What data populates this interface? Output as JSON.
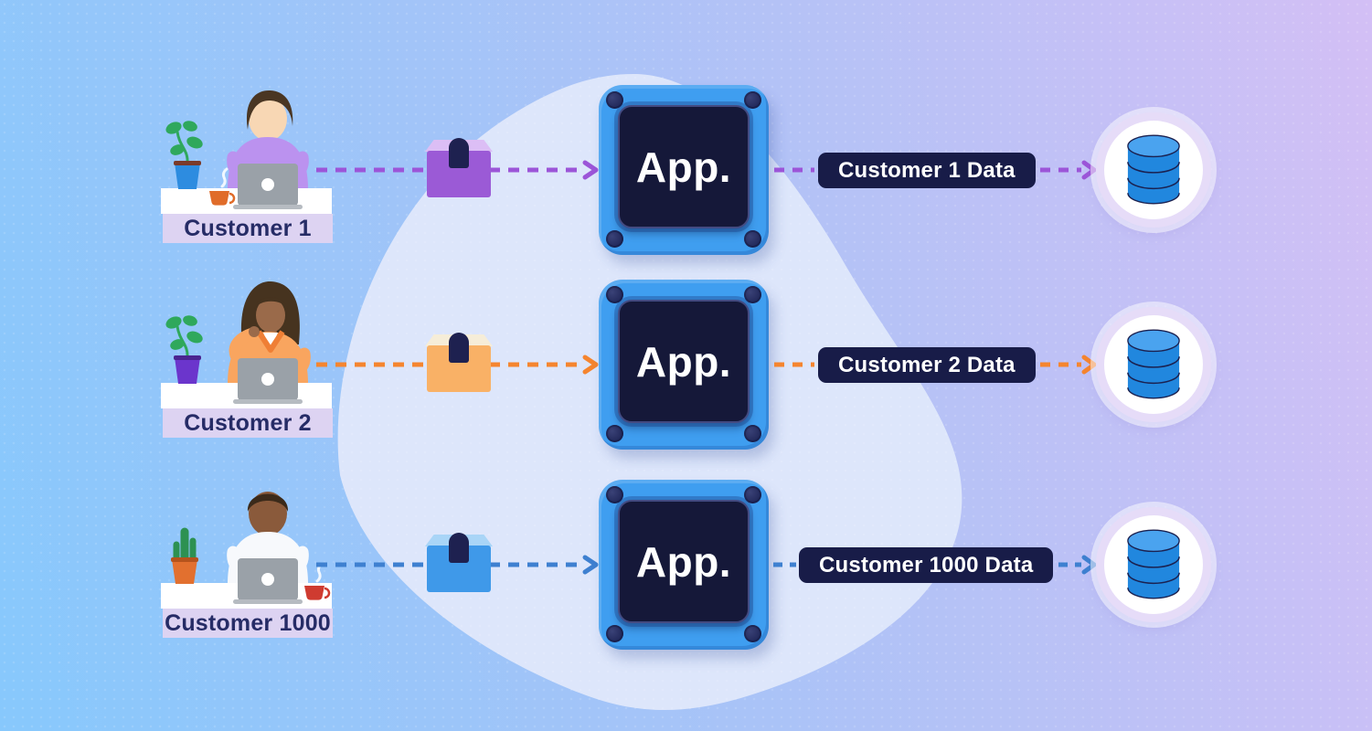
{
  "diagram": {
    "rows": [
      {
        "customer_label": "Customer 1",
        "app_label": "App.",
        "data_label": "Customer 1 Data",
        "colors": {
          "accent": "#9C55D8",
          "package_body": "#9B5AD6",
          "package_lid": "#DCBEF5",
          "package_tape": "#1E2150",
          "skin": "#F8D7B4",
          "hair": "#4A3623",
          "shirt": "#BB92EF",
          "shirt_accent": "#BB92EF",
          "pot": "#2D8CE0",
          "pot_rim": "#7A3A2A",
          "plant": "#2FA85C",
          "cup": "#E06C2A"
        }
      },
      {
        "customer_label": "Customer 2",
        "app_label": "App.",
        "data_label": "Customer 2 Data",
        "colors": {
          "accent": "#F5852F",
          "package_body": "#F9B166",
          "package_lid": "#F6EDD8",
          "package_tape": "#1E2150",
          "skin": "#9A6A4A",
          "hair": "#46331F",
          "shirt": "#F9A55F",
          "shirt_accent": "#EF7F35",
          "pot": "#6B35CC",
          "pot_rim": "#4A2490",
          "plant": "#2FA85C",
          "cup": ""
        }
      },
      {
        "customer_label": "Customer 1000",
        "app_label": "App.",
        "data_label": "Customer 1000 Data",
        "colors": {
          "accent": "#3E80D0",
          "package_body": "#3F99E9",
          "package_lid": "#A9D5F7",
          "package_tape": "#1E2150",
          "skin": "#8A5A3B",
          "hair": "#3B2A1A",
          "shirt": "#F7F9FC",
          "shirt_accent": "#E4E9EF",
          "pot": "#E2702F",
          "pot_rim": "#B5531C",
          "plant": "#2D9152",
          "cup": "#CF3B30"
        }
      }
    ],
    "shared_colors": {
      "background_from": "#87C8FC",
      "background_mid": "#A9C3F7",
      "background_to": "#D3BFF5",
      "blob": "#DDE6FB",
      "app_frame_blue": "#3F9EF0",
      "app_panel_navy": "#151839",
      "app_bolt_navy": "#232A5C",
      "pill_navy": "#181C48",
      "pill_text": "#FFFFFF",
      "desk_label_bg": "#DDD3F2",
      "desk_label_text": "#262C66",
      "db_top": "#4AA3EF",
      "db_body": "#2187DE",
      "db_line": "#1B2150",
      "db_ring": "#E6DCF8",
      "laptop": "#9AA1A8",
      "laptop_base": "#B6BBC1",
      "desk": "#FFFFFF"
    }
  }
}
